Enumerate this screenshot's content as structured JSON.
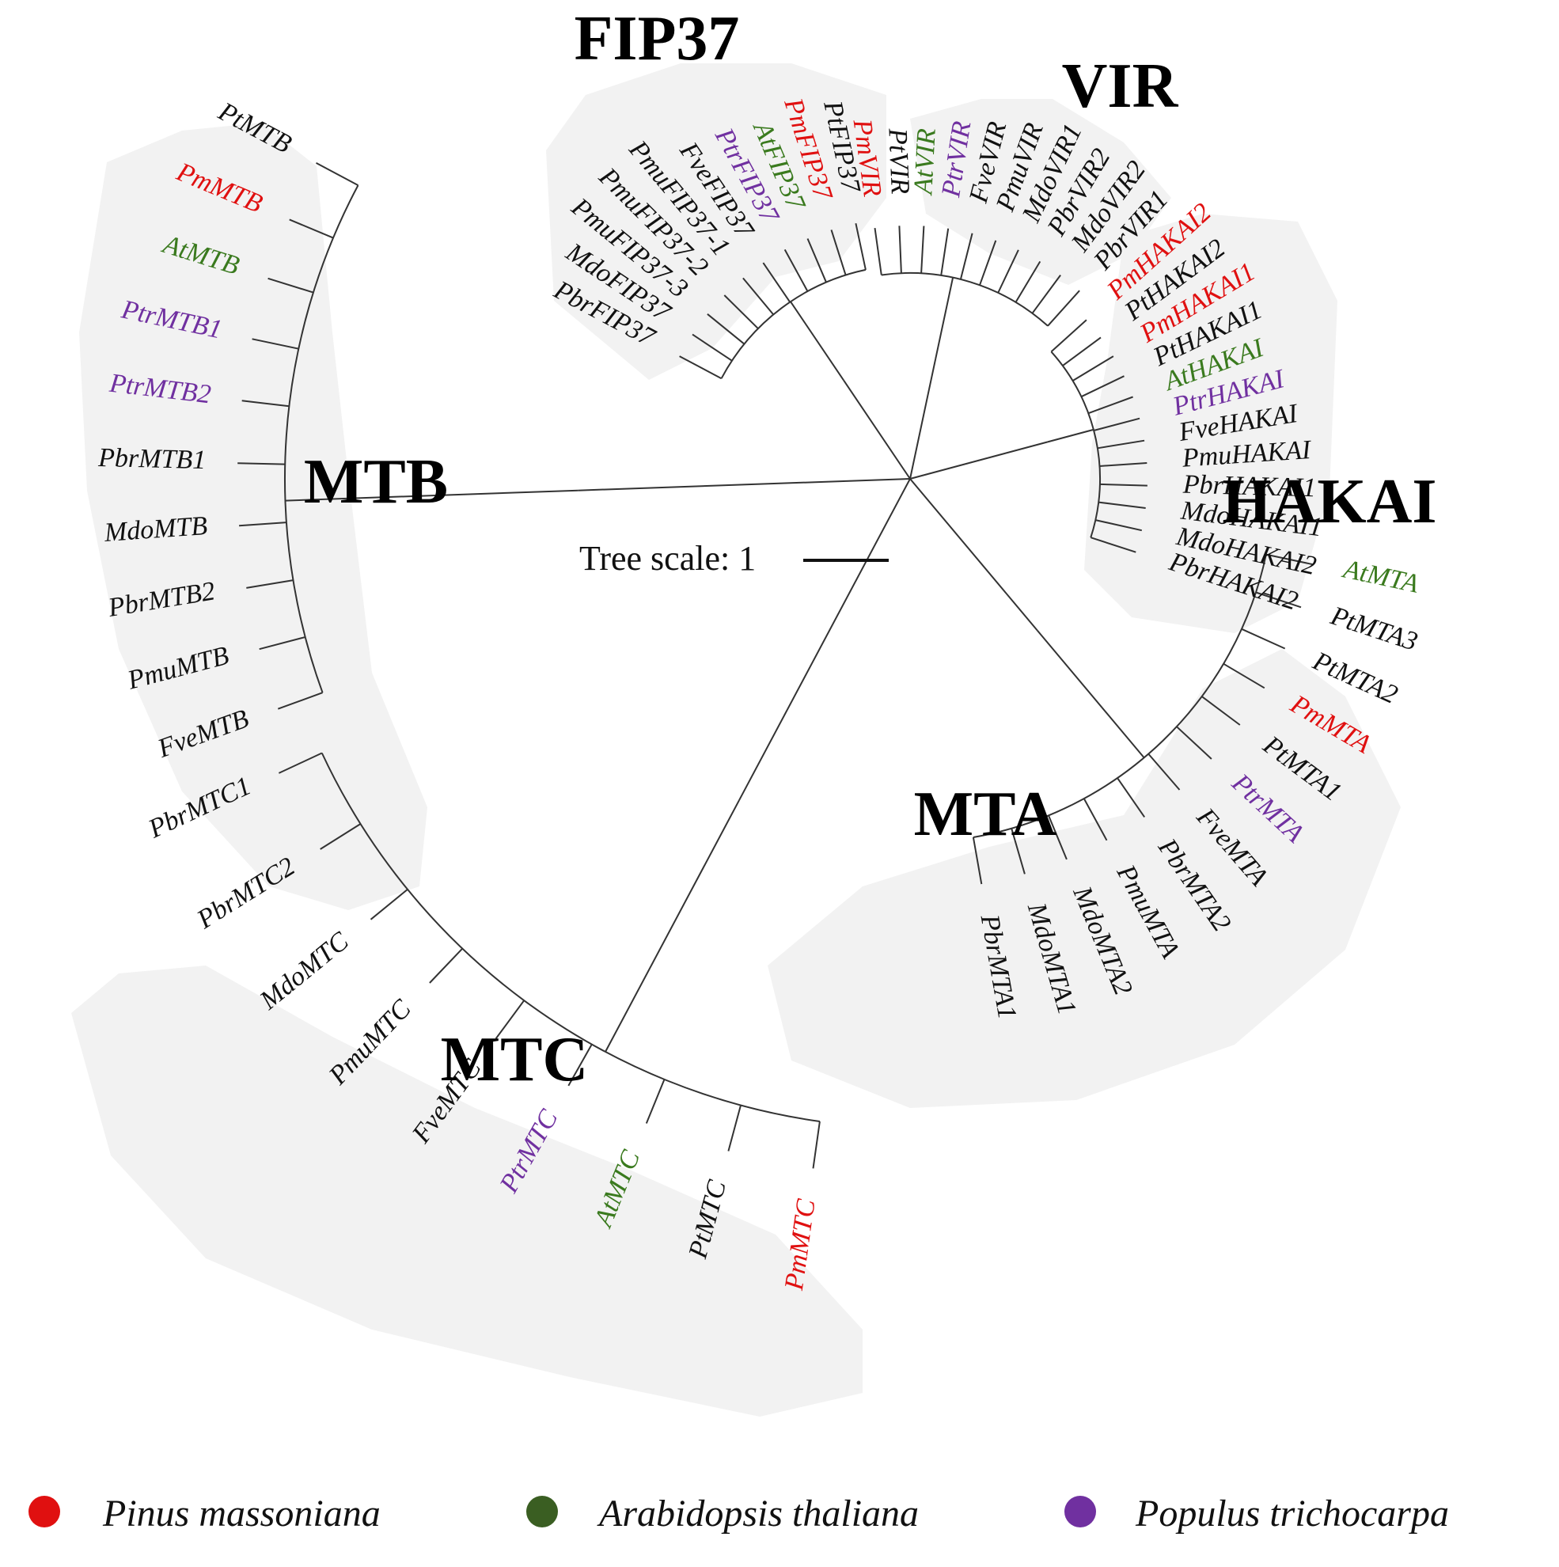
{
  "colors": {
    "Pm": "#e01010",
    "At": "#3a7a1e",
    "Ptr": "#7030a0",
    "other": "#111111",
    "highlight": "#f2f2f2"
  },
  "groups": [
    {
      "id": "FIP37",
      "label": "FIP37",
      "leaves": [
        {
          "name": "PbrFIP37",
          "species": "other"
        },
        {
          "name": "MdoFIP37",
          "species": "other"
        },
        {
          "name": "PmuFIP37-3",
          "species": "other"
        },
        {
          "name": "PmuFIP37-2",
          "species": "other"
        },
        {
          "name": "PmuFIP37-1",
          "species": "other"
        },
        {
          "name": "FveFIP37",
          "species": "other"
        },
        {
          "name": "PtrFIP37",
          "species": "Ptr"
        },
        {
          "name": "AtFIP37",
          "species": "At"
        },
        {
          "name": "PmFIP37",
          "species": "Pm"
        },
        {
          "name": "PtFIP37",
          "species": "other"
        }
      ]
    },
    {
      "id": "VIR",
      "label": "VIR",
      "leaves": [
        {
          "name": "PmVIR",
          "species": "Pm"
        },
        {
          "name": "PtVIR",
          "species": "other"
        },
        {
          "name": "AtVIR",
          "species": "At"
        },
        {
          "name": "PtrVIR",
          "species": "Ptr"
        },
        {
          "name": "FveVIR",
          "species": "other"
        },
        {
          "name": "PmuVIR",
          "species": "other"
        },
        {
          "name": "MdoVIR1",
          "species": "other"
        },
        {
          "name": "PbrVIR2",
          "species": "other"
        },
        {
          "name": "MdoVIR2",
          "species": "other"
        },
        {
          "name": "PbrVIR1",
          "species": "other"
        }
      ]
    },
    {
      "id": "HAKAI",
      "label": "HAKAI",
      "leaves": [
        {
          "name": "PmHAKAI2",
          "species": "Pm"
        },
        {
          "name": "PtHAKAI2",
          "species": "other"
        },
        {
          "name": "PmHAKAI1",
          "species": "Pm"
        },
        {
          "name": "PtHAKAI1",
          "species": "other"
        },
        {
          "name": "AtHAKAI",
          "species": "At"
        },
        {
          "name": "PtrHAKAI",
          "species": "Ptr"
        },
        {
          "name": "FveHAKAI",
          "species": "other"
        },
        {
          "name": "PmuHAKAI",
          "species": "other"
        },
        {
          "name": "PbrHAKAI1",
          "species": "other"
        },
        {
          "name": "MdoHAKAI1",
          "species": "other"
        },
        {
          "name": "MdoHAKAI2",
          "species": "other"
        },
        {
          "name": "PbrHAKAI2",
          "species": "other"
        }
      ]
    },
    {
      "id": "MTA",
      "label": "MTA",
      "leaves": [
        {
          "name": "AtMTA",
          "species": "At"
        },
        {
          "name": "PtMTA3",
          "species": "other"
        },
        {
          "name": "PtMTA2",
          "species": "other"
        },
        {
          "name": "PmMTA",
          "species": "Pm"
        },
        {
          "name": "PtMTA1",
          "species": "other"
        },
        {
          "name": "PtrMTA",
          "species": "Ptr"
        },
        {
          "name": "FveMTA",
          "species": "other"
        },
        {
          "name": "PbrMTA2",
          "species": "other"
        },
        {
          "name": "PmuMTA",
          "species": "other"
        },
        {
          "name": "MdoMTA2",
          "species": "other"
        },
        {
          "name": "MdoMTA1",
          "species": "other"
        },
        {
          "name": "PbrMTA1",
          "species": "other"
        }
      ]
    },
    {
      "id": "MTC",
      "label": "MTC",
      "leaves": [
        {
          "name": "PmMTC",
          "species": "Pm"
        },
        {
          "name": "PtMTC",
          "species": "other"
        },
        {
          "name": "AtMTC",
          "species": "At"
        },
        {
          "name": "PtrMTC",
          "species": "Ptr"
        },
        {
          "name": "FveMTC",
          "species": "other"
        },
        {
          "name": "PmuMTC",
          "species": "other"
        },
        {
          "name": "MdoMTC",
          "species": "other"
        },
        {
          "name": "PbrMTC2",
          "species": "other"
        },
        {
          "name": "PbrMTC1",
          "species": "other"
        }
      ]
    },
    {
      "id": "MTB",
      "label": "MTB",
      "leaves": [
        {
          "name": "FveMTB",
          "species": "other"
        },
        {
          "name": "PmuMTB",
          "species": "other"
        },
        {
          "name": "PbrMTB2",
          "species": "other"
        },
        {
          "name": "MdoMTB",
          "species": "other"
        },
        {
          "name": "PbrMTB1",
          "species": "other"
        },
        {
          "name": "PtrMTB2",
          "species": "Ptr"
        },
        {
          "name": "PtrMTB1",
          "species": "Ptr"
        },
        {
          "name": "AtMTB",
          "species": "At"
        },
        {
          "name": "PmMTB",
          "species": "Pm"
        },
        {
          "name": "PtMTB",
          "species": "other"
        }
      ]
    }
  ],
  "scale": {
    "label": "Tree scale: 1"
  },
  "legend": [
    {
      "label": "Pinus massoniana",
      "color": "#e01010"
    },
    {
      "label": "Arabidopsis thaliana",
      "color": "#3a5e22"
    },
    {
      "label": "Populus trichocarpa",
      "color": "#7030a0"
    }
  ]
}
